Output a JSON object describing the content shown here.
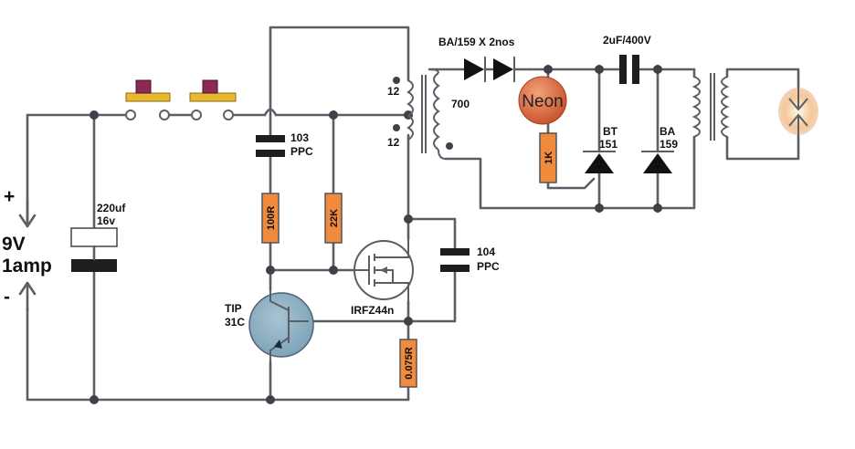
{
  "labels": {
    "supply_v": "9V",
    "supply_a": "1amp",
    "plus": "+",
    "minus": "-",
    "cap_220_a": "220uf",
    "cap_220_b": "16v",
    "cap_103_a": "103",
    "cap_103_b": "PPC",
    "res_100r": "100R",
    "res_22k": "22K",
    "res_1k": "1K",
    "res_0075r": "0.075R",
    "tip_a": "TIP",
    "tip_b": "31C",
    "mosfet": "IRFZ44n",
    "cap_104_a": "104",
    "cap_104_b": "PPC",
    "diodes": "BA/159 X 2nos",
    "cap_2uf": "2uF/400V",
    "neon": "Neon",
    "bt_a": "BT",
    "bt_b": "151",
    "ba_a": "BA",
    "ba_b": "159",
    "turns_12_top": "12",
    "turns_12_bot": "12",
    "turns_700": "700"
  },
  "colors": {
    "wire": "#5a5f66",
    "resistor": "#f08a3c",
    "switch_button": "#8c2a55",
    "switch_base": "#e8b830",
    "neon_lamp": "#d9663e",
    "transistor": "#8fb0c4"
  }
}
